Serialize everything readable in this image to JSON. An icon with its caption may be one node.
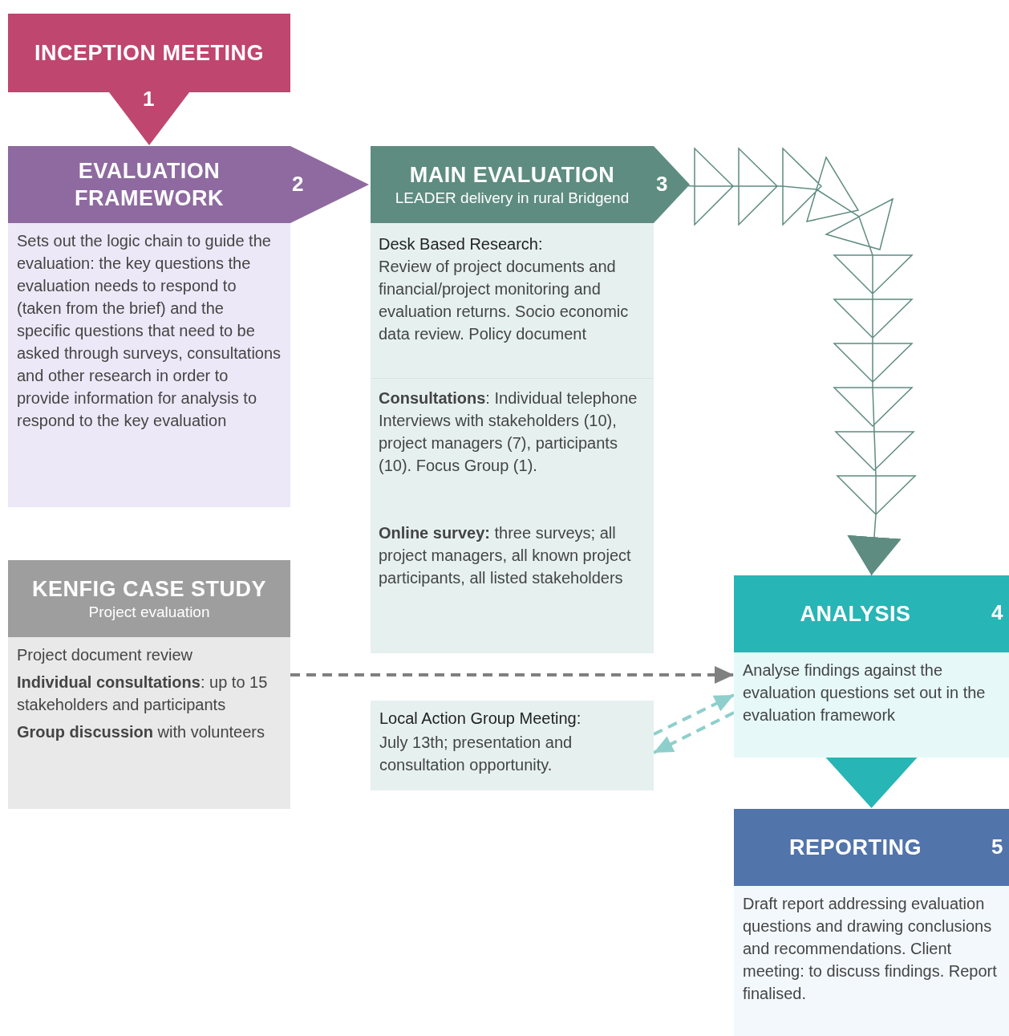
{
  "diagram": {
    "nodes": [
      {
        "text": [
          "INCEPTION MEETING"
        ],
        "beside": [
          "1"
        ]
      },
      {
        "text": [
          "EVALUATION FRAMEWORK",
          "Sets out the logic chain to guide the evaluation: the key questions the evaluation needs to respond to (taken from the brief) and the specific questions that need to be asked through surveys, consultations and other research in order to provide information for analysis to respond to the key evaluation"
        ],
        "beside": [
          "2"
        ]
      },
      {
        "text": [
          "MAIN EVALUATION",
          "LEADER delivery in rural Bridgend"
        ],
        "beside": [
          "3"
        ]
      },
      {
        "text": [
          "Desk Based Research:",
          "Review of project documents and financial/project monitoring and evaluation returns.   Socio economic data review.   Policy document"
        ],
        "in": 2
      },
      {
        "text": [
          "**Consultations**: Individual telephone Interviews with stakeholders (10), project managers (7), participants (10). Focus Group (1)."
        ],
        "in": 2
      },
      {
        "text": [
          "**Online survey:** three surveys; all project managers, all known project participants, all listed stakeholders"
        ],
        "in": 2
      },
      {
        "text": [
          "KENFIG CASE STUDY",
          "Project evaluation",
          "Project document review",
          "**Individual consultations**: up to 15 stakeholders and participants",
          "**Group discussion** with volunteers"
        ]
      },
      {
        "text": [
          "ANALYSIS",
          "Analyse findings against the evaluation questions set out in the evaluation framework"
        ],
        "beside": [
          "4"
        ]
      },
      {
        "text": [
          "Local Action Group Meeting:",
          "July 13th; presentation and consultation opportunity."
        ]
      },
      {
        "text": [
          "REPORTING",
          "Draft report addressing evaluation questions and drawing conclusions and recommendations. Client meeting: to discuss findings. Report finalised."
        ],
        "beside": [
          "5"
        ]
      }
    ],
    "edges": [
      {
        "from": 0,
        "to": 1,
        "arrow": "to"
      },
      {
        "from": 1,
        "to": 2,
        "arrow": "to"
      },
      {
        "from": 2,
        "to": 7,
        "arrow": "to"
      },
      {
        "from": 6,
        "to": 7,
        "arrow": "to",
        "style": "dashed",
        "color": "#808080"
      },
      {
        "from": 8,
        "to": 7,
        "arrow": "to",
        "style": "dashed",
        "color": "#8ecfcb"
      },
      {
        "from": 7,
        "to": 8,
        "arrow": "to",
        "style": "dashed",
        "color": "#8ecfcb"
      },
      {
        "from": 7,
        "to": 9,
        "arrow": "to"
      }
    ]
  }
}
